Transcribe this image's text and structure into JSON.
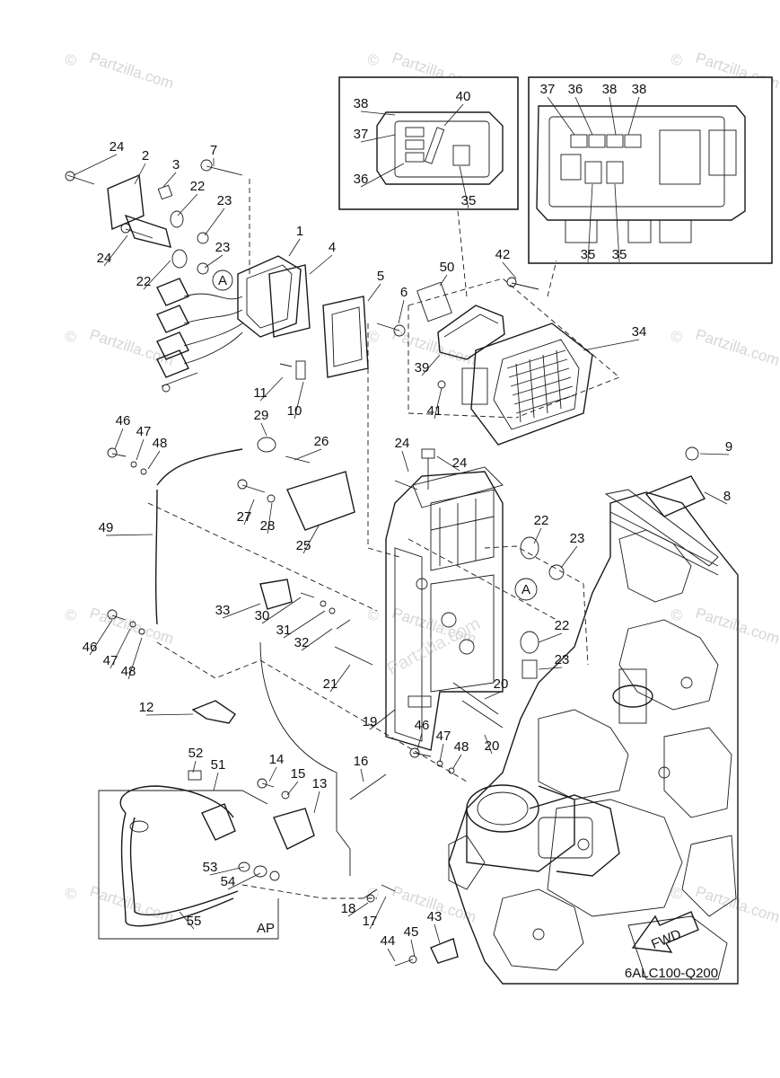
{
  "watermark": {
    "text": "Partzilla.com",
    "copyright_symbol": "©"
  },
  "center_watermark": "Partzilla.com",
  "diagram_code": "6ALC100-Q200",
  "fwd_label": "FWD",
  "ap_label": "AP",
  "ref_marker": "A",
  "callouts": [
    {
      "n": "24"
    },
    {
      "n": "2"
    },
    {
      "n": "3"
    },
    {
      "n": "7"
    },
    {
      "n": "22"
    },
    {
      "n": "23"
    },
    {
      "n": "24"
    },
    {
      "n": "23"
    },
    {
      "n": "22"
    },
    {
      "n": "1"
    },
    {
      "n": "4"
    },
    {
      "n": "5"
    },
    {
      "n": "6"
    },
    {
      "n": "11"
    },
    {
      "n": "10"
    },
    {
      "n": "38"
    },
    {
      "n": "37"
    },
    {
      "n": "36"
    },
    {
      "n": "40"
    },
    {
      "n": "35"
    },
    {
      "n": "37"
    },
    {
      "n": "36"
    },
    {
      "n": "38"
    },
    {
      "n": "38"
    },
    {
      "n": "35"
    },
    {
      "n": "35"
    },
    {
      "n": "42"
    },
    {
      "n": "50"
    },
    {
      "n": "34"
    },
    {
      "n": "39"
    },
    {
      "n": "41"
    },
    {
      "n": "29"
    },
    {
      "n": "26"
    },
    {
      "n": "46"
    },
    {
      "n": "47"
    },
    {
      "n": "48"
    },
    {
      "n": "49"
    },
    {
      "n": "27"
    },
    {
      "n": "28"
    },
    {
      "n": "25"
    },
    {
      "n": "24"
    },
    {
      "n": "24"
    },
    {
      "n": "9"
    },
    {
      "n": "8"
    },
    {
      "n": "22"
    },
    {
      "n": "23"
    },
    {
      "n": "33"
    },
    {
      "n": "30"
    },
    {
      "n": "31"
    },
    {
      "n": "32"
    },
    {
      "n": "46"
    },
    {
      "n": "47"
    },
    {
      "n": "48"
    },
    {
      "n": "22"
    },
    {
      "n": "23"
    },
    {
      "n": "21"
    },
    {
      "n": "20"
    },
    {
      "n": "12"
    },
    {
      "n": "19"
    },
    {
      "n": "20"
    },
    {
      "n": "46"
    },
    {
      "n": "47"
    },
    {
      "n": "48"
    },
    {
      "n": "52"
    },
    {
      "n": "51"
    },
    {
      "n": "14"
    },
    {
      "n": "15"
    },
    {
      "n": "13"
    },
    {
      "n": "16"
    },
    {
      "n": "53"
    },
    {
      "n": "54"
    },
    {
      "n": "55"
    },
    {
      "n": "18"
    },
    {
      "n": "17"
    },
    {
      "n": "43"
    },
    {
      "n": "45"
    },
    {
      "n": "44"
    }
  ]
}
